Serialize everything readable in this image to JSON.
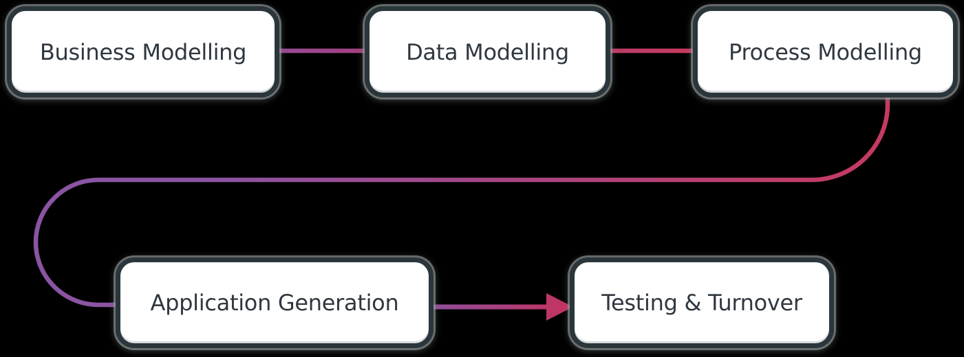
{
  "canvas": {
    "background_color": "#000000"
  },
  "diagram": {
    "type": "flowchart",
    "nodes": [
      {
        "id": "business-modelling",
        "label": "Business Modelling"
      },
      {
        "id": "data-modelling",
        "label": "Data Modelling"
      },
      {
        "id": "process-modelling",
        "label": "Process Modelling"
      },
      {
        "id": "application-generation",
        "label": "Application Generation"
      },
      {
        "id": "testing-turnover",
        "label": "Testing & Turnover"
      }
    ],
    "edges": [
      {
        "from": "business-modelling",
        "to": "data-modelling",
        "connector": "line"
      },
      {
        "from": "data-modelling",
        "to": "process-modelling",
        "connector": "line"
      },
      {
        "from": "process-modelling",
        "to": "application-generation",
        "connector": "curved-line"
      },
      {
        "from": "application-generation",
        "to": "testing-turnover",
        "connector": "arrow"
      }
    ],
    "colors": {
      "node_fill": "#ffffff",
      "node_border": "#2a363b",
      "node_halo": "#989c9c",
      "label_text": "#2f3740",
      "edge_purple": "#8a54a3",
      "edge_magenta": "#9c4488",
      "edge_pink": "#c63a5f"
    }
  }
}
